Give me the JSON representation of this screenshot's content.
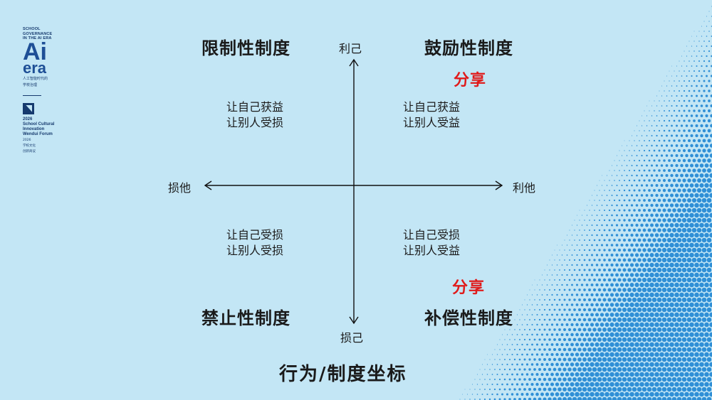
{
  "logo": {
    "line1": "SCHOOL",
    "line2": "GOVERNANCE",
    "line3": "IN THE AI ERA",
    "ai": "Ai",
    "era": "era",
    "cn1": "人工智能时代的",
    "cn2": "学校治理",
    "forum_year": "2026",
    "forum_line1": "School Cultural",
    "forum_line2": "Innovation",
    "forum_line3": "Wendui Forum",
    "forum_cn_year": "2026",
    "forum_cn1": "学校文化",
    "forum_cn2": "创新商议"
  },
  "quadrants": {
    "top_left_title": "限制性制度",
    "top_right_title": "鼓励性制度",
    "bottom_left_title": "禁止性制度",
    "bottom_right_title": "补偿性制度"
  },
  "axes": {
    "top": "利己",
    "bottom": "损己",
    "left": "损他",
    "right": "利他"
  },
  "cells": {
    "top_left": [
      "让自己获益",
      "让别人受损"
    ],
    "top_right": [
      "让自己获益",
      "让别人受益"
    ],
    "bottom_left": [
      "让自己受损",
      "让别人受损"
    ],
    "bottom_right": [
      "让自己受损",
      "让别人受益"
    ]
  },
  "highlights": {
    "top_right": "分享",
    "bottom_right": "分享"
  },
  "title": "行为/制度坐标",
  "colors": {
    "background": "#c3e6f5",
    "dots": "#2f8fd6",
    "highlight": "#e01b1b",
    "brand": "#1e4f96"
  }
}
